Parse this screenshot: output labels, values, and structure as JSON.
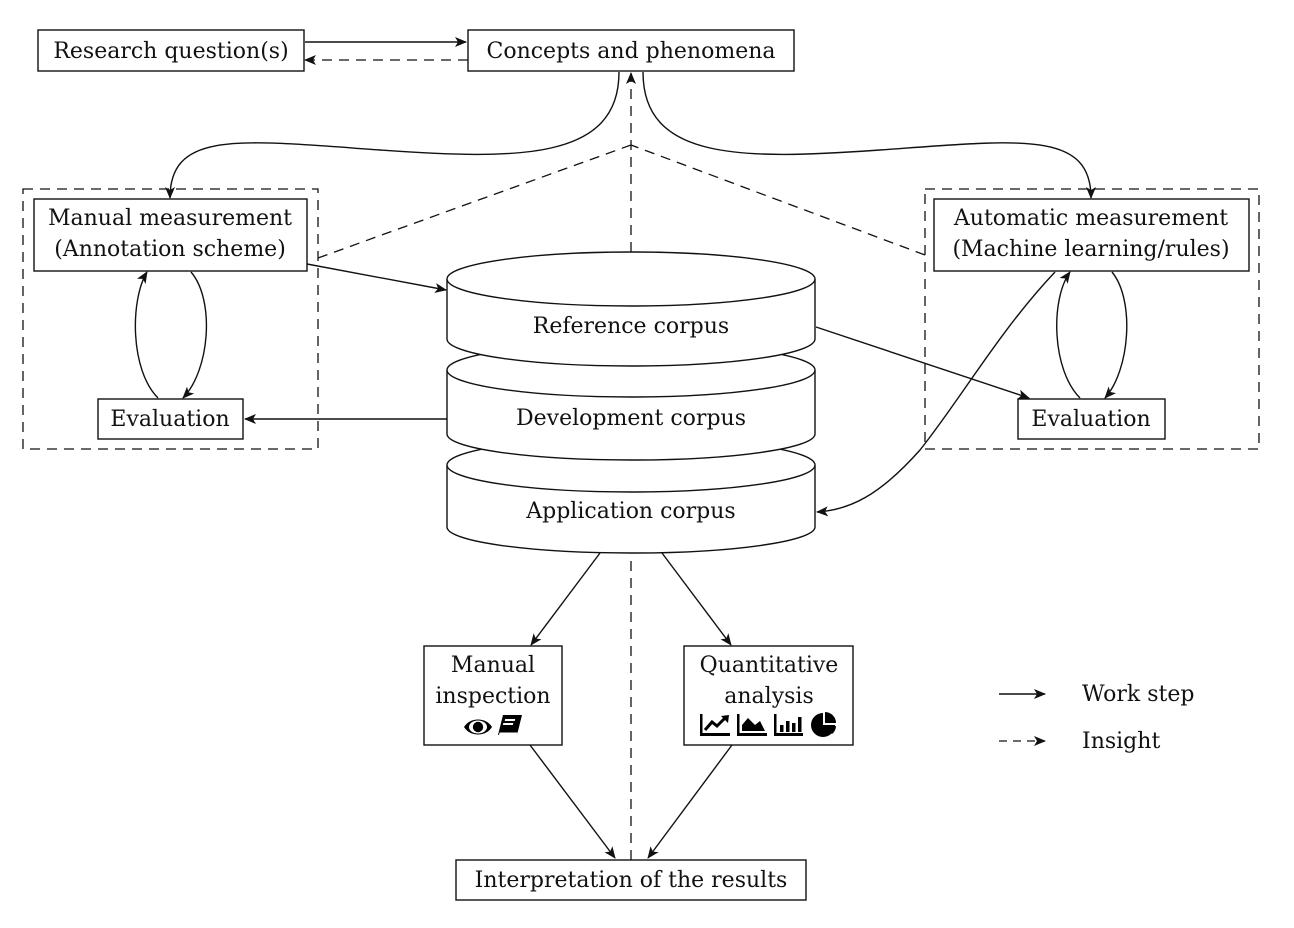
{
  "diagram": {
    "nodes": {
      "research_question": "Research question(s)",
      "concepts": "Concepts and phenomena",
      "manual_measurement": [
        "Manual measurement",
        "(Annotation scheme)"
      ],
      "automatic_measurement": [
        "Automatic measurement",
        "(Machine learning/rules)"
      ],
      "evaluation_left": "Evaluation",
      "evaluation_right": "Evaluation",
      "reference_corpus": "Reference corpus",
      "development_corpus": "Development corpus",
      "application_corpus": "Application corpus",
      "manual_inspection": [
        "Manual",
        "inspection"
      ],
      "quantitative_analysis": [
        "Quantitative",
        "analysis"
      ],
      "interpretation": "Interpretation of the results"
    },
    "icons": {
      "manual_inspection": [
        "eye-icon",
        "book-icon"
      ],
      "quantitative_analysis": [
        "line-chart-icon",
        "area-chart-icon",
        "bar-chart-icon",
        "pie-chart-icon"
      ]
    },
    "edges": [
      {
        "from": "research_question",
        "to": "concepts",
        "type": "work-step"
      },
      {
        "from": "concepts",
        "to": "research_question",
        "type": "insight"
      },
      {
        "from": "concepts",
        "to": "manual_measurement",
        "type": "work-step"
      },
      {
        "from": "concepts",
        "to": "automatic_measurement",
        "type": "work-step"
      },
      {
        "from": "manual_measurement",
        "to": "evaluation_left",
        "type": "work-step"
      },
      {
        "from": "evaluation_left",
        "to": "manual_measurement",
        "type": "work-step"
      },
      {
        "from": "automatic_measurement",
        "to": "evaluation_right",
        "type": "work-step"
      },
      {
        "from": "evaluation_right",
        "to": "automatic_measurement",
        "type": "work-step"
      },
      {
        "from": "manual_measurement",
        "to": "reference_corpus",
        "type": "work-step"
      },
      {
        "from": "reference_corpus",
        "to": "evaluation_right",
        "type": "work-step"
      },
      {
        "from": "development_corpus",
        "to": "evaluation_left",
        "type": "work-step"
      },
      {
        "from": "automatic_measurement",
        "to": "application_corpus",
        "type": "work-step"
      },
      {
        "from": "application_corpus",
        "to": "manual_inspection",
        "type": "work-step"
      },
      {
        "from": "application_corpus",
        "to": "quantitative_analysis",
        "type": "work-step"
      },
      {
        "from": "manual_inspection",
        "to": "interpretation",
        "type": "work-step"
      },
      {
        "from": "quantitative_analysis",
        "to": "interpretation",
        "type": "work-step"
      },
      {
        "from": "measurement_groups",
        "to": "concepts",
        "type": "insight"
      },
      {
        "from": "interpretation",
        "to": "concepts",
        "type": "insight"
      }
    ],
    "legend": {
      "work_step": "Work step",
      "insight": "Insight"
    }
  }
}
